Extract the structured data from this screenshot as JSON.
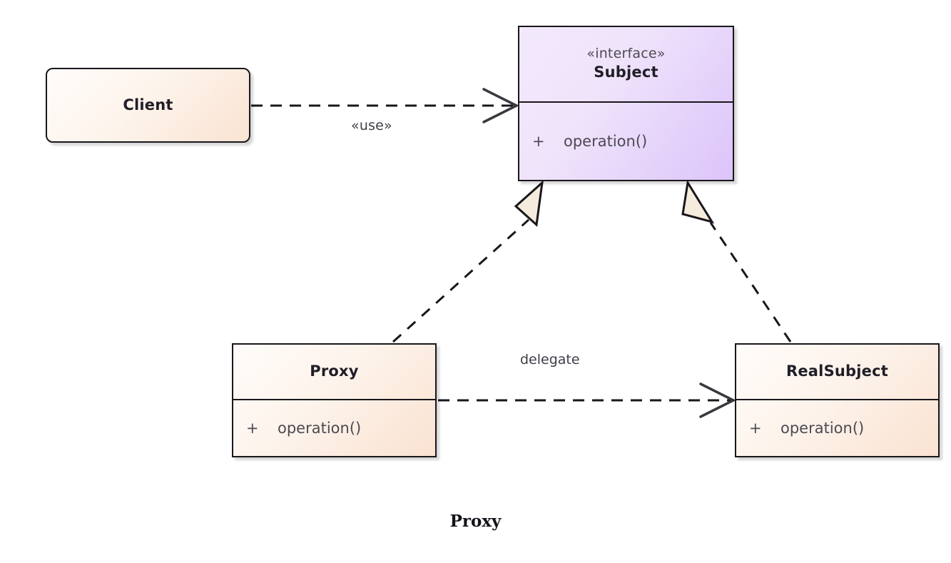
{
  "diagram": {
    "title": "Proxy",
    "kind": "uml-class-diagram",
    "caption": "Proxy",
    "colors": {
      "interface_fill_light": "#f3e9fc",
      "interface_fill_dark": "#dcc4fa",
      "class_fill_light": "#fffcfa",
      "class_fill_dark": "#fae2d1",
      "stroke": "#19171c",
      "text": "#4c4a52",
      "arrowhead_fill": "#f5ecdd"
    },
    "nodes": {
      "client": {
        "name": "Client",
        "stereotype": "",
        "members": []
      },
      "subject": {
        "stereotype": "«interface»",
        "name": "Subject",
        "members": [
          {
            "visibility": "+",
            "signature": "operation()"
          }
        ]
      },
      "proxy": {
        "stereotype": "",
        "name": "Proxy",
        "members": [
          {
            "visibility": "+",
            "signature": "operation()"
          }
        ]
      },
      "realsubject": {
        "stereotype": "",
        "name": "RealSubject",
        "members": [
          {
            "visibility": "+",
            "signature": "operation()"
          }
        ]
      }
    },
    "edges": {
      "client_use_subject": {
        "label": "«use»",
        "from": "Client",
        "to": "Subject",
        "style": "dashed",
        "arrow": "open"
      },
      "proxy_realizes_subject": {
        "label": "",
        "from": "Proxy",
        "to": "Subject",
        "style": "dashed",
        "arrow": "hollow-triangle"
      },
      "realsubject_realizes_subject": {
        "label": "",
        "from": "RealSubject",
        "to": "Subject",
        "style": "dashed",
        "arrow": "hollow-triangle"
      },
      "proxy_delegate_realsubject": {
        "label": "delegate",
        "from": "Proxy",
        "to": "RealSubject",
        "style": "dashed",
        "arrow": "open"
      }
    }
  }
}
